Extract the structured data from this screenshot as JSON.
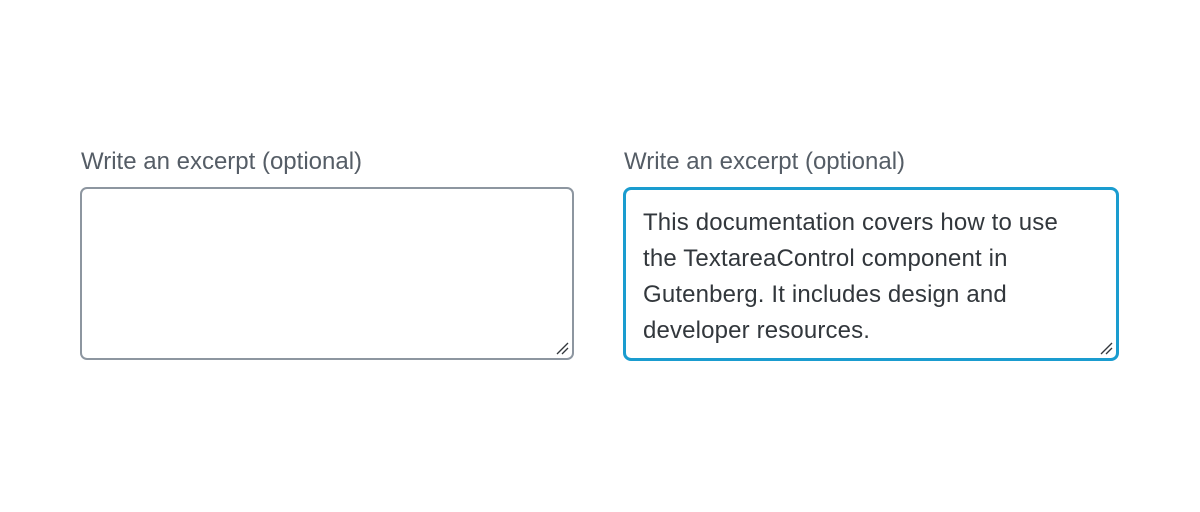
{
  "fields": [
    {
      "label": "Write an excerpt (optional)",
      "value": "",
      "state": "default"
    },
    {
      "label": "Write an excerpt (optional)",
      "value": "This documentation covers how to use the TextareaControl component in Gutenberg. It includes design and developer resources.",
      "state": "focused"
    }
  ],
  "colors": {
    "label": "#555d66",
    "text": "#32373c",
    "border_default": "#8d96a0",
    "border_focus": "#1a9ccf"
  },
  "icons": {
    "resize": "resize-handle-icon"
  }
}
